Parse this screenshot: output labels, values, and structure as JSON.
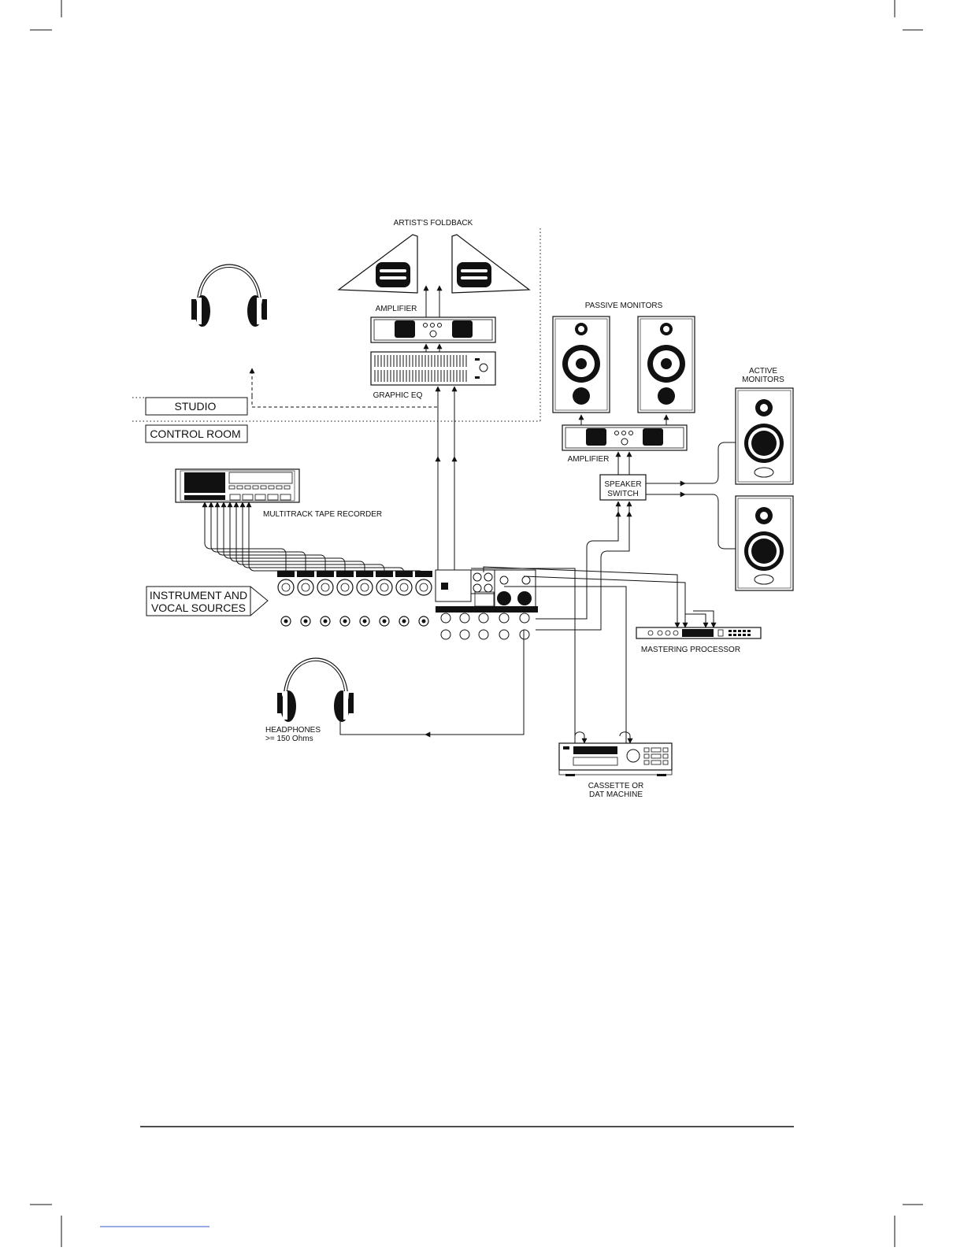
{
  "labels": {
    "artists_foldback": "ARTIST'S FOLDBACK",
    "amplifier_top": "AMPLIFIER",
    "graphic_eq": "GRAPHIC EQ",
    "studio": "STUDIO",
    "control_room": "CONTROL ROOM",
    "passive_monitors": "PASSIVE MONITORS",
    "active_monitors_1": "ACTIVE",
    "active_monitors_2": "MONITORS",
    "amplifier_mid": "AMPLIFIER",
    "speaker_switch_1": "SPEAKER",
    "speaker_switch_2": "SWITCH",
    "multitrack": "MULTITRACK TAPE RECORDER",
    "instrument_1": "INSTRUMENT AND",
    "instrument_2": "VOCAL SOURCES",
    "mastering": "MASTERING PROCESSOR",
    "headphones_1": "HEADPHONES",
    "headphones_2": ">= 150 Ohms",
    "cassette_1": "CASSETTE OR",
    "cassette_2": "DAT MACHINE"
  }
}
